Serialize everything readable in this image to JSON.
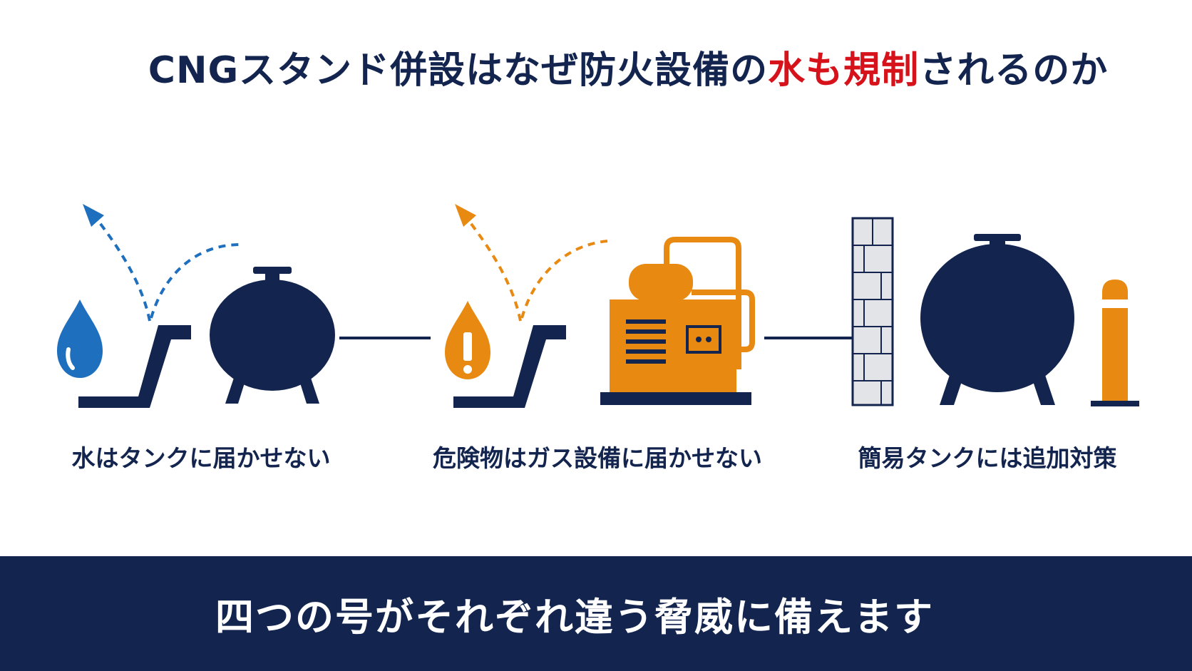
{
  "title": {
    "prefix": "CNGスタンド併設はなぜ防火設備の",
    "highlight": "水も規制",
    "suffix": "されるのか"
  },
  "captions": {
    "water": "水はタンクに届かせない",
    "hazmat": "危険物はガス設備に届かせない",
    "simple_tank": "簡易タンクには追加対策"
  },
  "footer": {
    "message": "四つの号がそれぞれ違う脅威に備えます"
  },
  "icons": {
    "water": "water-drop-icon",
    "hazmat": "hazard-drop-icon",
    "tank": "spherical-tank-icon",
    "compressor": "gas-compressor-icon",
    "wall": "brick-wall-icon",
    "bollard": "bollard-icon"
  },
  "colors": {
    "navy": "#13254f",
    "accent_red": "#d6121b",
    "water_blue": "#1f6fbf",
    "hazard_orange": "#e88a12",
    "wall_gray": "#e2e4e8"
  }
}
